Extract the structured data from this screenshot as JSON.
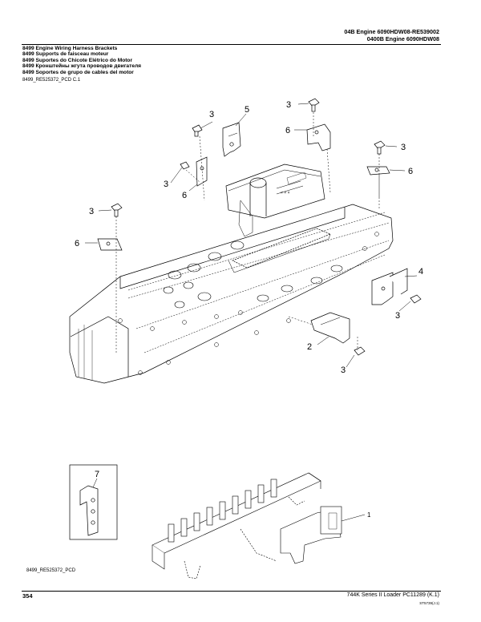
{
  "header": {
    "line1": "04B Engine 6090HDW08-RE539002",
    "line2": "0400B Engine 6090HDW08"
  },
  "titles": [
    "8499 Engine Wiring Harness Brackets",
    "8499 Supports de faisceau moteur",
    "8499 Suportes do Chicote Elétrico do Motor",
    "8499 Кронштейны жгута проводов двигателя",
    "8499 Soportes de grupo de cables del motor"
  ],
  "ref_top": "8499_RE525372_PCD C.1",
  "ref_bottom": "8499_RE525372_PCD",
  "callouts": {
    "c1": "3",
    "c2": "5",
    "c3": "3",
    "c4": "6",
    "c5": "3",
    "c6": "6",
    "c7": "3",
    "c8": "6",
    "c9": "3",
    "c10": "6",
    "c11": "4",
    "c12": "3",
    "c13": "2",
    "c14": "3",
    "c15": "7",
    "c16": "1"
  },
  "footer": {
    "page": "354",
    "right": "744K Series II Loader   PC11289   (K.1)",
    "code": "ST5739(J.1)"
  }
}
